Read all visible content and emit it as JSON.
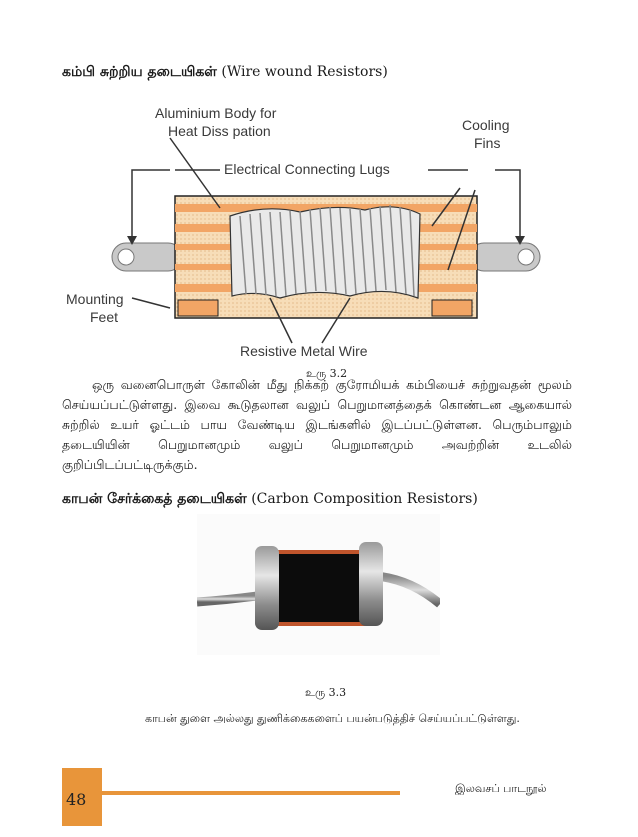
{
  "section1": {
    "heading_ta": "கம்பி சுற்றிய தடையிகள்",
    "heading_en": "(Wire wound Resistors)"
  },
  "figure1": {
    "labels": {
      "aluminium_body": [
        "Aluminium Body for",
        "Heat Diss  pation"
      ],
      "cooling_fins": [
        "Cooling",
        "Fins"
      ],
      "connecting_lugs": "Electrical Connecting Lugs",
      "mounting_feet": [
        "Mounting",
        "Feet"
      ],
      "resistive_wire": "Resistive Metal Wire"
    },
    "caption": "உரு 3.2"
  },
  "paragraph": "ஒரு வனைபொருள் கோலின் மீது நிக்கற் குரோமியக் கம்பியைச் சுற்றுவதன் மூலம் செய்யப்பட்டுள்ளது. இவை கூடுதலான வலுப் பெறுமானத்தைக் கொண்டன ஆகையால் சுற்றில் உயர் ஓட்டம் பாய வேண்டிய இடங்களில் இடப்பட்டுள்ளன. பெரும்பாலும் தடையியின் பெறுமானமும் வலுப் பெறுமானமும் அவற்றின் உடலில் குறிப்பிடப்பட்டிருக்கும்.",
  "section2": {
    "heading_ta": "காபன் சேர்க்கைத் தடையிகள்",
    "heading_en": "(Carbon Composition Resistors)"
  },
  "figure2": {
    "caption": "உரு 3.3",
    "description": "காபன் துளை அல்லது துணிக்கைகளைப் பயன்படுத்திச் செய்யப்பட்டுள்ளது."
  },
  "footer": {
    "page_number": "48",
    "book_title": "இலவசப் பாடநூல்",
    "accent_color": "#e8953a"
  }
}
